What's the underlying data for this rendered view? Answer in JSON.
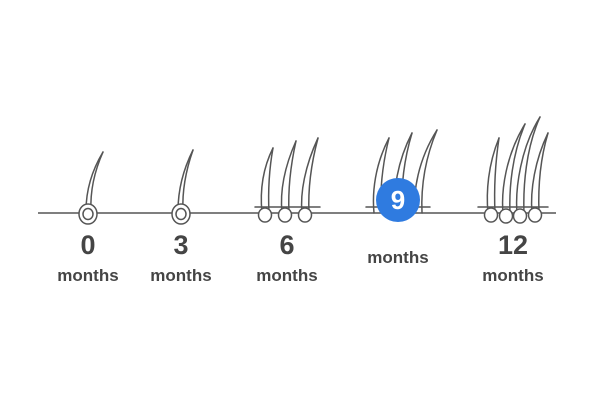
{
  "stages": [
    {
      "number": "0",
      "unit": "months",
      "highlighted": false,
      "hair_icon": "single-hair-follicle-icon"
    },
    {
      "number": "3",
      "unit": "months",
      "highlighted": false,
      "hair_icon": "single-hair-follicle-icon"
    },
    {
      "number": "6",
      "unit": "months",
      "highlighted": false,
      "hair_icon": "three-hairs-icon"
    },
    {
      "number": "9",
      "unit": "months",
      "highlighted": true,
      "hair_icon": "three-hairs-icon"
    },
    {
      "number": "12",
      "unit": "months",
      "highlighted": false,
      "hair_icon": "four-hairs-icon"
    }
  ],
  "colors": {
    "line": "#555555",
    "text": "#454545",
    "highlight": "#2f7be0"
  }
}
